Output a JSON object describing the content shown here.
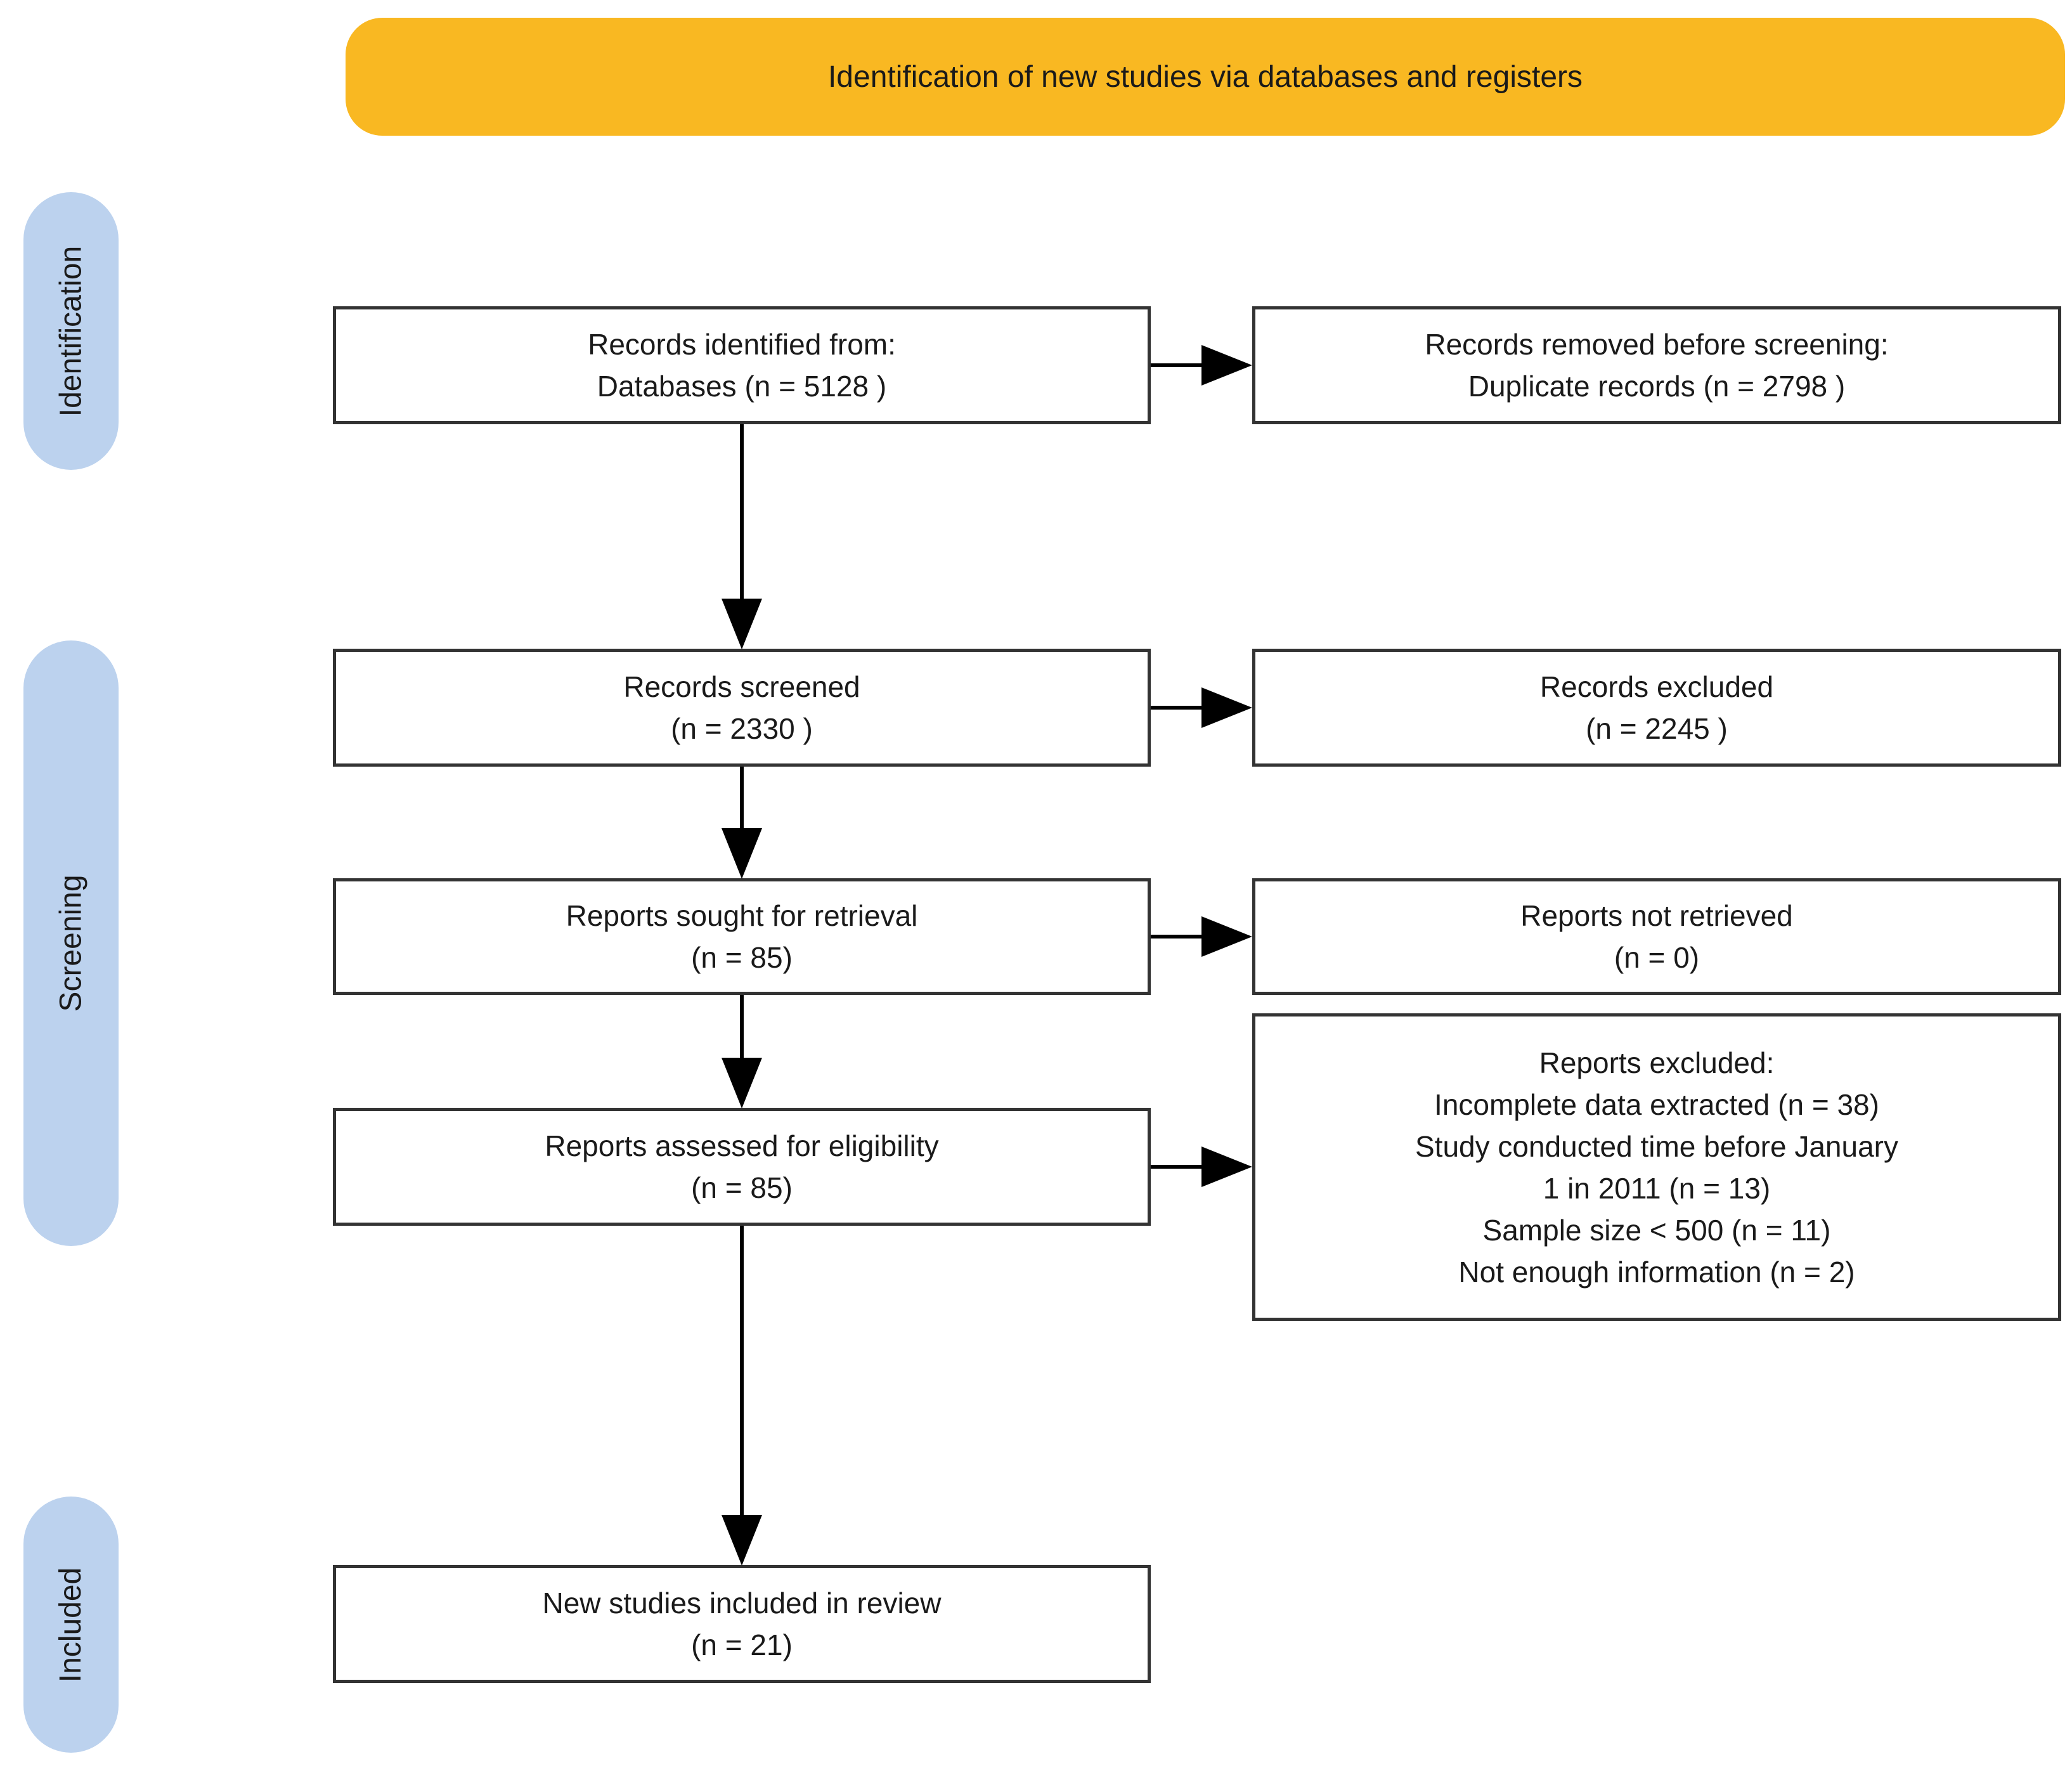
{
  "banner": {
    "label": "Identification of new studies via databases and registers"
  },
  "stage_labels": [
    {
      "label": "Identification"
    },
    {
      "label": "Screening"
    },
    {
      "label": "Included"
    }
  ],
  "boxes": {
    "records_identified": {
      "lines": [
        "Records identified from:",
        "Databases (n = 5128 )"
      ]
    },
    "records_removed": {
      "lines": [
        "Records removed before screening:",
        "Duplicate records (n = 2798 )"
      ]
    },
    "records_screened": {
      "lines": [
        "Records screened",
        "(n = 2330 )"
      ]
    },
    "records_excluded": {
      "lines": [
        "Records excluded",
        "(n = 2245 )"
      ]
    },
    "reports_sought": {
      "lines": [
        "Reports sought for retrieval",
        "(n = 85)"
      ]
    },
    "reports_not_retrieved": {
      "lines": [
        "Reports not retrieved",
        "(n = 0)"
      ]
    },
    "reports_assessed": {
      "lines": [
        "Reports assessed for eligibility",
        "(n = 85)"
      ]
    },
    "reports_excluded": {
      "lines": [
        "Reports excluded:",
        "Incomplete data extracted (n = 38)",
        "Study conducted time before January",
        "1 in 2011 (n = 13)",
        "Sample size < 500 (n =  11)",
        "Not enough information (n = 2)"
      ]
    },
    "new_studies_included": {
      "lines": [
        "New studies included in review",
        "(n = 21)"
      ]
    }
  },
  "colors": {
    "banner_bg": "#F9B822",
    "stage_bg": "#BCD2EE",
    "box_border": "#333333",
    "arrow": "#000000",
    "text": "#1A1A1A"
  }
}
